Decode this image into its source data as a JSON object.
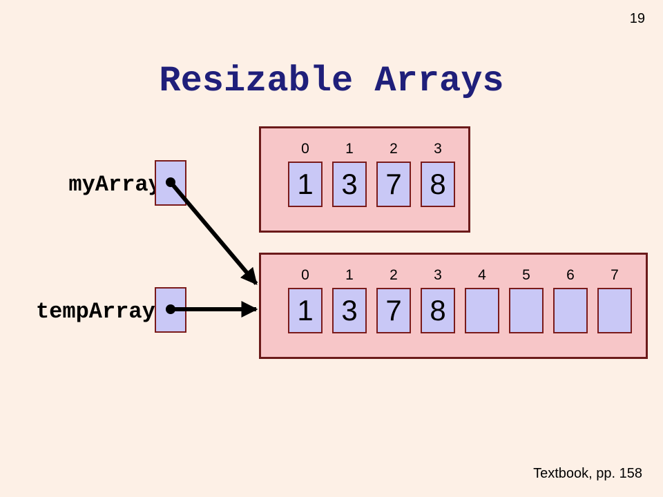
{
  "page_number": "19",
  "title": "Resizable Arrays",
  "footer": "Textbook, pp. 158",
  "variables": {
    "my": {
      "label": "myArray:"
    },
    "temp": {
      "label": "tempArray:"
    }
  },
  "arrays": {
    "my": {
      "indices": [
        "0",
        "1",
        "2",
        "3"
      ],
      "values": [
        "1",
        "3",
        "7",
        "8"
      ]
    },
    "temp": {
      "indices": [
        "0",
        "1",
        "2",
        "3",
        "4",
        "5",
        "6",
        "7"
      ],
      "values": [
        "1",
        "3",
        "7",
        "8",
        "",
        "",
        "",
        ""
      ]
    }
  },
  "colors": {
    "background": "#fdf0e6",
    "title": "#1f1f7a",
    "panel_fill": "#f7c6c8",
    "panel_border": "#6b1a1a",
    "cell_fill": "#c9c8f6",
    "cell_border": "#7a1a1a"
  }
}
